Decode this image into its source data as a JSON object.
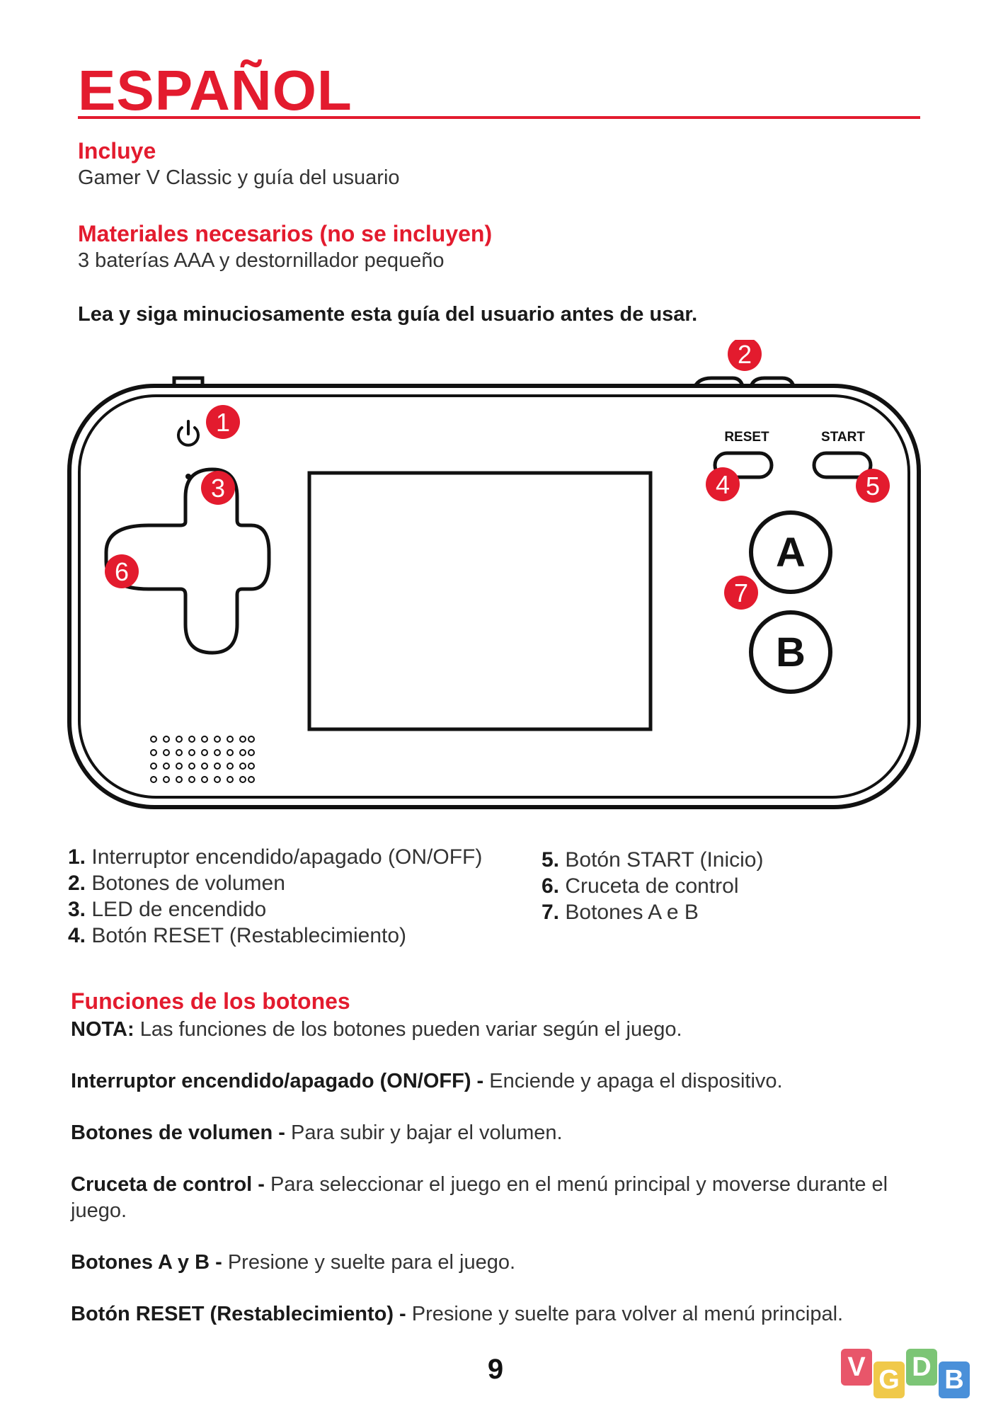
{
  "title": "ESPAÑOL",
  "includes": {
    "heading": "Incluye",
    "text": "Gamer V Classic y guía del usuario"
  },
  "materials": {
    "heading": "Materiales necesarios (no se incluyen)",
    "text": "3 baterías AAA y destornillador pequeño"
  },
  "notice": "Lea y siga minuciosamente esta guía del usuario antes de usar.",
  "diagram": {
    "reset_label": "RESET",
    "start_label": "START",
    "button_a": "A",
    "button_b": "B",
    "callouts": [
      "1",
      "2",
      "3",
      "4",
      "5",
      "6",
      "7"
    ],
    "accent_color": "#e31b2e"
  },
  "parts_left": [
    {
      "num": "1.",
      "text": "Interruptor encendido/apagado (ON/OFF)"
    },
    {
      "num": "2.",
      "text": "Botones de volumen"
    },
    {
      "num": "3.",
      "text": "LED de encendido"
    },
    {
      "num": "4.",
      "text": "Botón RESET (Restablecimiento)"
    }
  ],
  "parts_right": [
    {
      "num": "5.",
      "text": "Botón START (Inicio)"
    },
    {
      "num": "6.",
      "text": "Cruceta de control"
    },
    {
      "num": "7.",
      "text": "Botones A e B"
    }
  ],
  "functions": {
    "heading": "Funciones de los botones",
    "note_label": "NOTA:",
    "note_text": "Las funciones de los botones pueden variar según el juego.",
    "items": [
      {
        "label": "Interruptor encendido/apagado (ON/OFF) -",
        "text": "Enciende y apaga el dispositivo."
      },
      {
        "label": "Botones de volumen -",
        "text": "Para subir y bajar el volumen."
      },
      {
        "label": "Cruceta de control -",
        "text": "Para seleccionar el juego en el menú principal y moverse durante el juego."
      },
      {
        "label": "Botones A y B -",
        "text": "Presione y suelte para el juego."
      },
      {
        "label": "Botón RESET (Restablecimiento) -",
        "text": "Presione y suelte para volver al menú principal."
      }
    ]
  },
  "page_number": "9",
  "watermark": {
    "letters": [
      "V",
      "G",
      "D",
      "B"
    ],
    "colors": [
      "#e8566a",
      "#f0c94a",
      "#7cc576",
      "#4a90d9"
    ]
  }
}
